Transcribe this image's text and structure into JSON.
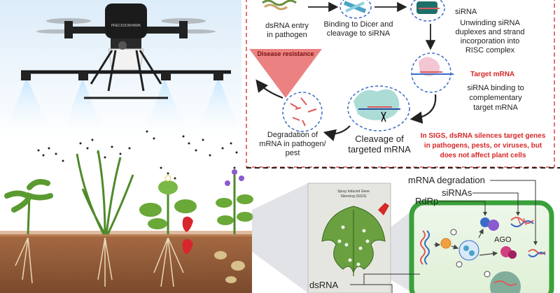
{
  "top_panel": {
    "drone_brand": "PRECISIONHAWK",
    "labels": {
      "dsrna_entry_1": "dsRNA entry",
      "dsrna_entry_2": "in pathogen",
      "dicer_1": "Binding to Dicer and",
      "dicer_2": "cleavage to siRNA",
      "sirna": "siRNA",
      "unwinding_1": "Unwinding siRNA",
      "unwinding_2": "duplexes and strand",
      "unwinding_3": "incorporation into",
      "unwinding_4": "RISC complex",
      "disease_resistance": "Disease resistance",
      "target_mrna": "Target mRNA",
      "binding_1": "siRNA binding to",
      "binding_2": "complementary",
      "binding_3": "target mRNA",
      "cleavage_1": "Cleavage of",
      "cleavage_2": "targeted mRNA",
      "degradation_1": "Degradation of",
      "degradation_2": "mRNA in pathogen/",
      "degradation_3": "pest",
      "sigs_note_1": "In SIGS, dsRNA silences target genes",
      "sigs_note_2": "in pathogens, pests, or viruses, but",
      "sigs_note_3": "does not affect plant cells"
    }
  },
  "bottom_panel": {
    "labels": {
      "mrna_degradation": "mRNA degradation",
      "sirnas": "siRNAs",
      "rdrp": "RdRp",
      "ago": "AGO",
      "dsrna": "dsRNA",
      "book_title_1": "Spray Induced Gene",
      "book_title_2": "Silencing (SIGS)"
    }
  },
  "colors": {
    "red_dash": "#d62828",
    "triangle": "#e96b6b",
    "cell_green": "#3aa13a",
    "soil": "#8b5a3c",
    "sky": "#dcecf9"
  }
}
